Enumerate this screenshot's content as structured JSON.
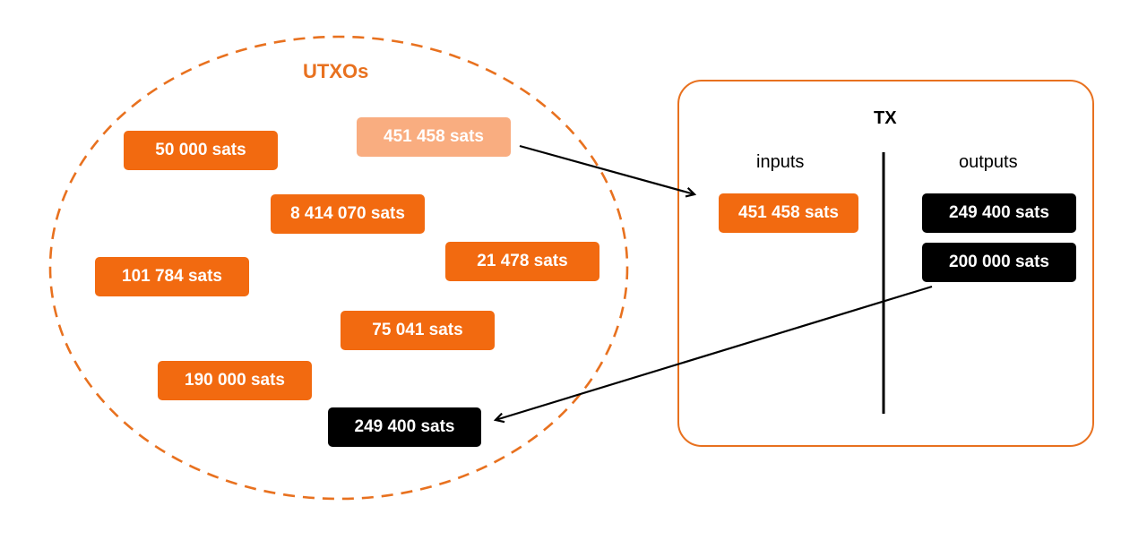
{
  "utxo_set": {
    "title": "UTXOs",
    "items": [
      {
        "label": "50 000 sats",
        "style": "orange"
      },
      {
        "label": "451 458 sats",
        "style": "faded"
      },
      {
        "label": "8 414 070 sats",
        "style": "orange"
      },
      {
        "label": "21 478 sats",
        "style": "orange"
      },
      {
        "label": "101 784 sats",
        "style": "orange"
      },
      {
        "label": "75 041 sats",
        "style": "orange"
      },
      {
        "label": "190 000 sats",
        "style": "orange"
      },
      {
        "label": "249 400 sats",
        "style": "black"
      }
    ]
  },
  "transaction": {
    "title": "TX",
    "inputs_label": "inputs",
    "outputs_label": "outputs",
    "inputs": [
      {
        "label": "451 458 sats"
      }
    ],
    "outputs": [
      {
        "label": "249 400 sats"
      },
      {
        "label": "200 000 sats"
      }
    ]
  },
  "colors": {
    "orange": "#f26a10",
    "faded_orange": "#f9ad80",
    "border_orange": "#e8711f",
    "black": "#000000"
  }
}
